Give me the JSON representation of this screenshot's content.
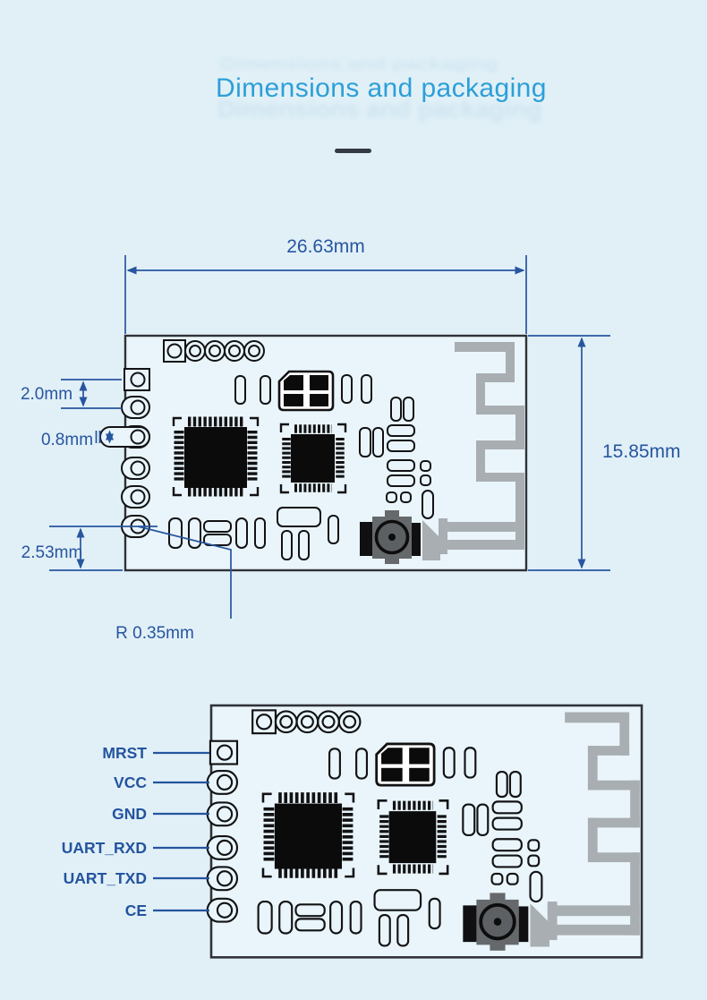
{
  "page": {
    "title": "Dimensions and packaging"
  },
  "top_view": {
    "width_label": "26.63mm",
    "height_label": "15.85mm",
    "pin_pitch_label": "2.0mm",
    "pin_width_label": "0.8mm",
    "bottom_pin_offset_label": "2.53mm",
    "hole_radius_label": "R 0.35mm"
  },
  "pinout_view": {
    "pins": [
      "MRST",
      "VCC",
      "GND",
      "UART_RXD",
      "UART_TXD",
      "CE"
    ]
  },
  "colors": {
    "background": "#e1f0f7",
    "title_blue": "#2d9fd8",
    "dimension_blue": "#27559f",
    "pin_label_blue": "#24549e",
    "antenna_gray": "#a9aeb2",
    "board_outline": "#2f3237",
    "divider_dark": "#333a42"
  }
}
